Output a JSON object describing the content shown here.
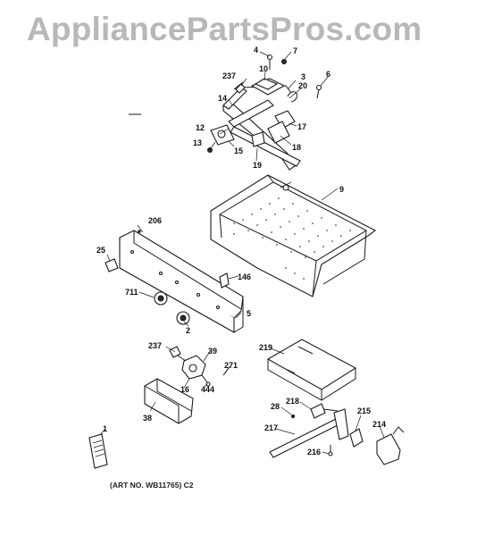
{
  "watermark": "AppliancePartsPros.com",
  "art_number": "(ART NO. WB11765) C2",
  "callouts": {
    "c1": "1",
    "c2": "2",
    "c3": "3",
    "c4": "4",
    "c5": "5",
    "c6": "6",
    "c7": "7",
    "c9": "9",
    "c10": "10",
    "c12": "12",
    "c13": "13",
    "c14": "14",
    "c15": "15",
    "c16": "16",
    "c17": "17",
    "c18": "18",
    "c19": "19",
    "c20": "20",
    "c25": "25",
    "c28": "28",
    "c38": "38",
    "c39": "39",
    "c146": "146",
    "c206": "206",
    "c214": "214",
    "c215": "215",
    "c216": "216",
    "c217": "217",
    "c218": "218",
    "c219": "219",
    "c237a": "237",
    "c237b": "237",
    "c271": "271",
    "c444": "444",
    "c711": "711"
  }
}
